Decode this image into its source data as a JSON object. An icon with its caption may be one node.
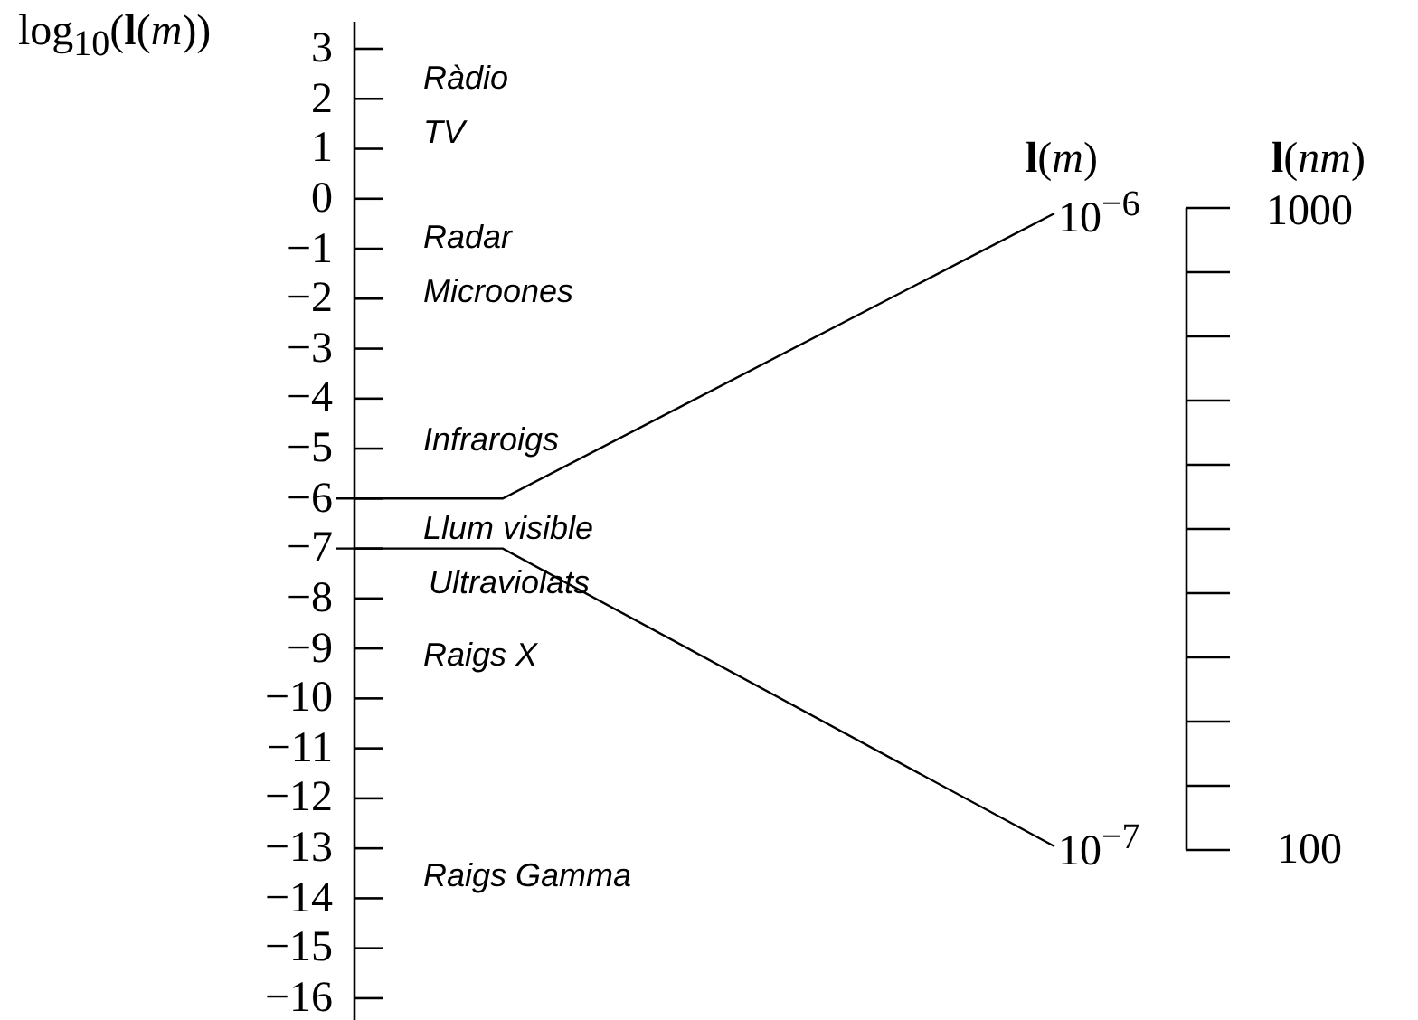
{
  "diagram": {
    "nodes": [
      {
        "text": [
          "−6"
        ]
      },
      {
        "text": [
          "−7"
        ]
      },
      {
        "text": [
          "10$^{−6}$"
        ]
      },
      {
        "text": [
          "10$^{−7}$"
        ]
      }
    ],
    "edges": [
      {
        "from": 0,
        "to": 2,
        "arrow": "none"
      },
      {
        "from": 1,
        "to": 3,
        "arrow": "none"
      }
    ],
    "labels": [
      "log$_{10}$(**l**(*m*))",
      "3",
      "Ràdio",
      "2",
      "TV",
      "1",
      "0",
      "−1",
      "Radar",
      "−2",
      "Microones",
      "−3",
      "−4",
      "−5",
      "Infraroigs",
      "Llum visible",
      "Ultraviolats",
      "−8",
      "−9",
      "Raigs X",
      "−10",
      "−11",
      "−12",
      "−13",
      "Raigs Gamma",
      "−14",
      "−15",
      "−16",
      "**l**(*m*)",
      "**l**(*nm*)",
      "1000",
      "100"
    ]
  }
}
